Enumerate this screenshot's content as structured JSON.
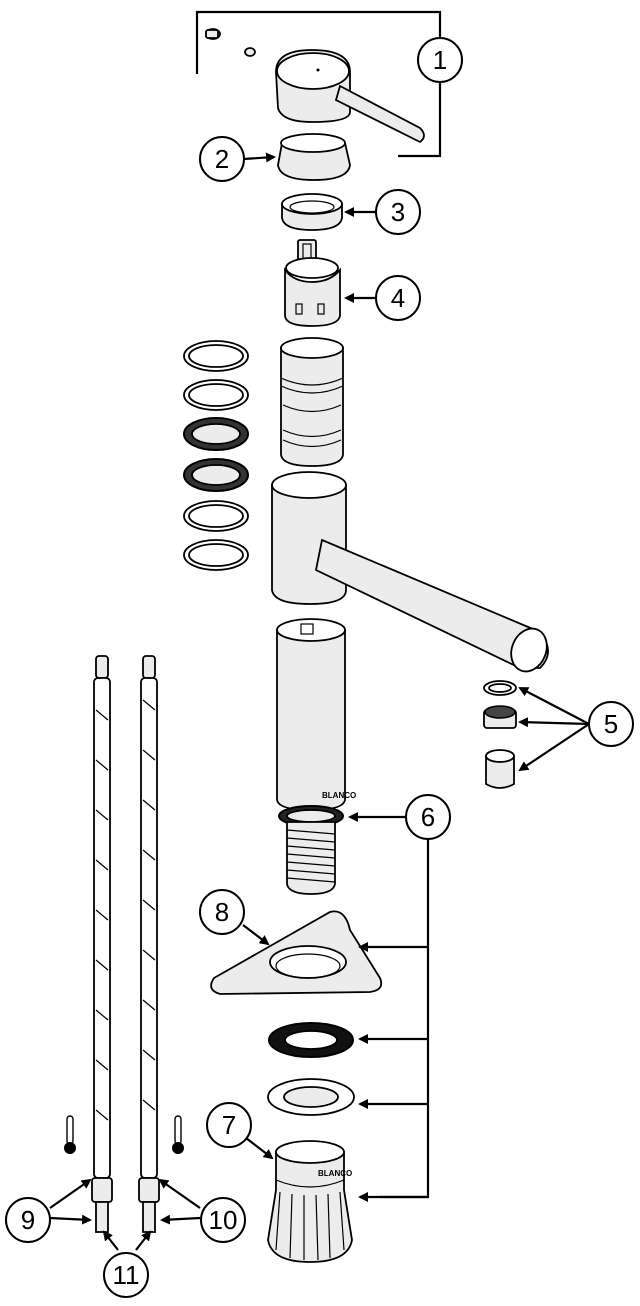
{
  "callouts": {
    "c1": "1",
    "c2": "2",
    "c3": "3",
    "c4": "4",
    "c5": "5",
    "c6": "6",
    "c7": "7",
    "c8": "8",
    "c9": "9",
    "c10": "10",
    "c11": "11"
  },
  "brand_marks": {
    "spout_body": "BLANCO",
    "nut": "BLANCO"
  },
  "colors": {
    "line": "#000000",
    "part_fill": "#ececec",
    "background": "#ffffff"
  },
  "icons": [
    "hot-thermometer-icon",
    "cold-thermometer-icon"
  ]
}
